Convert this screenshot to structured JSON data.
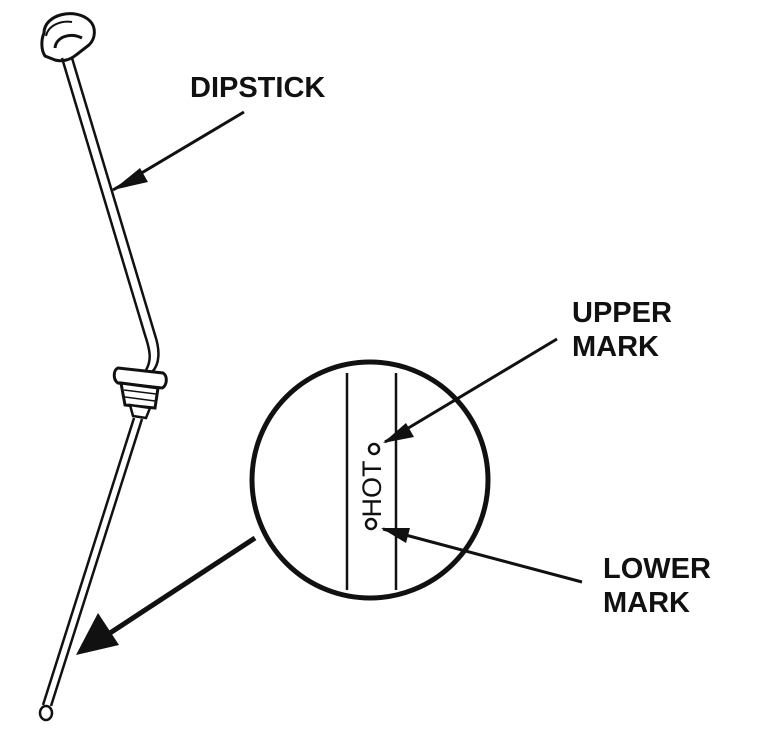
{
  "labels": {
    "dipstick": "DIPSTICK",
    "upper_line1": "UPPER",
    "upper_line2": "MARK",
    "lower_line1": "LOWER",
    "lower_line2": "MARK",
    "hot": "HOT"
  },
  "colors": {
    "ink": "#111111",
    "background": "#ffffff"
  }
}
